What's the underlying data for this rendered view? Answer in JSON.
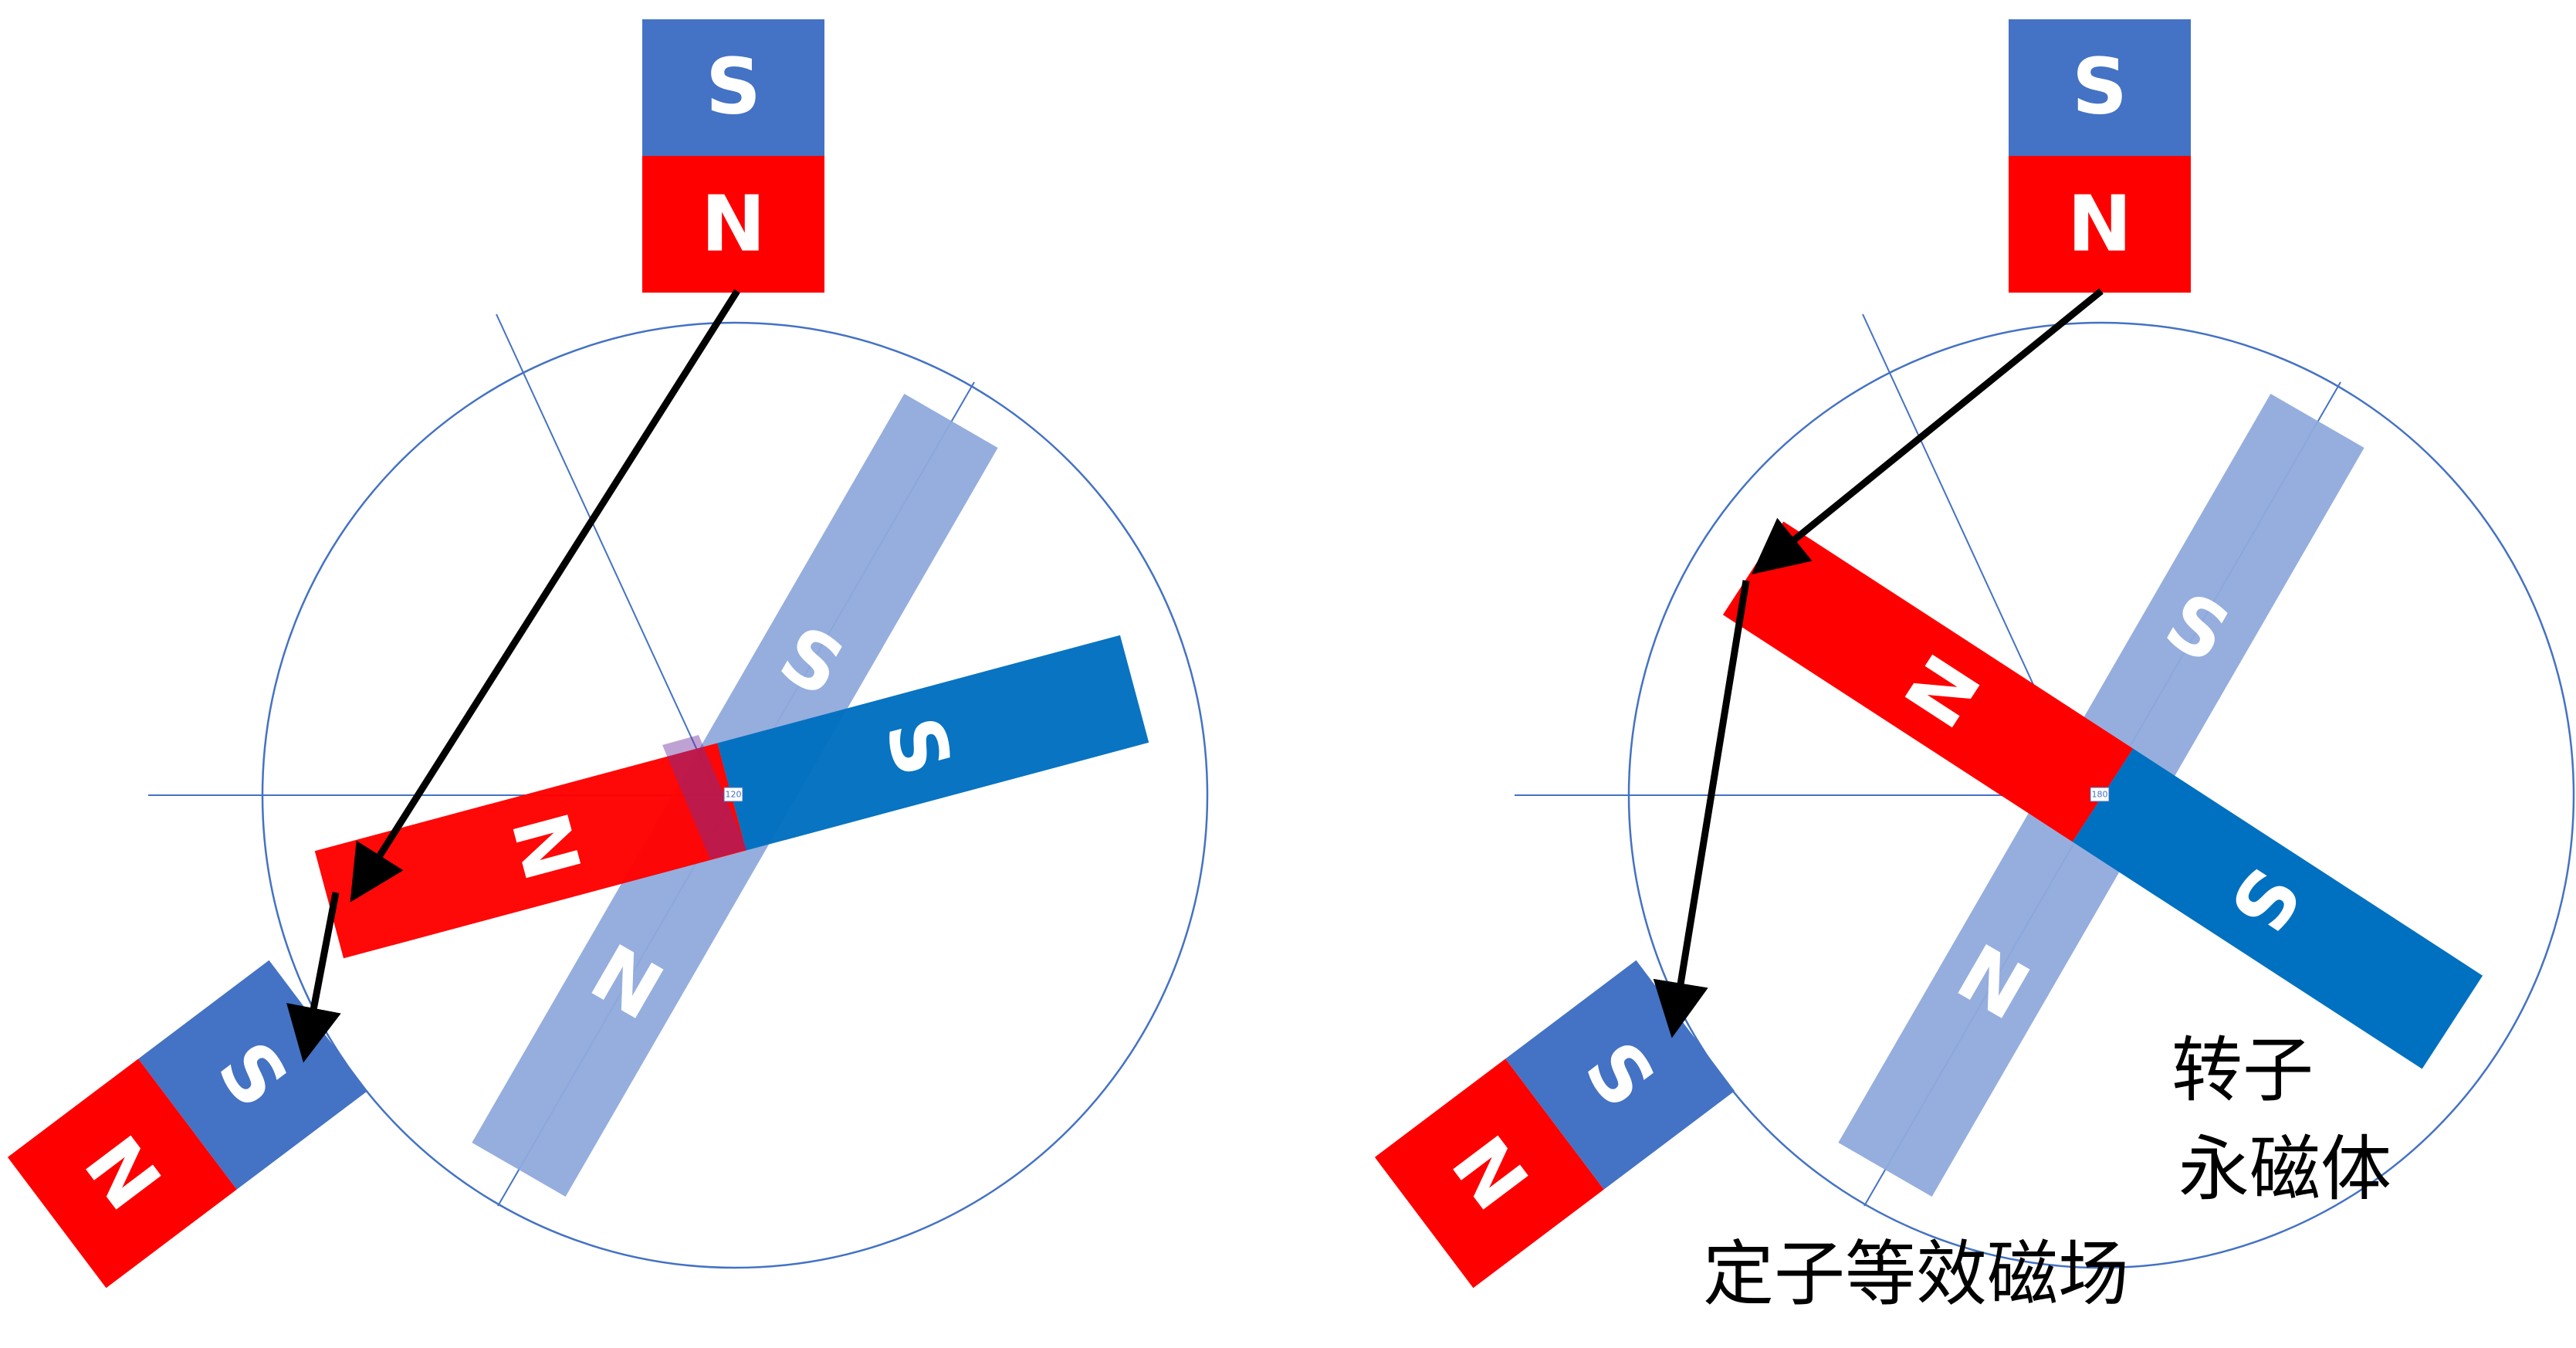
{
  "colors": {
    "north_red": "#ff0000",
    "south_blue_light": "#4472c4",
    "south_blue_dark": "#0070c0",
    "rotor_ghost": "#8faadc",
    "guide_line": "#4472c4",
    "arrow": "#000000",
    "pole_text": "#ffffff"
  },
  "panels": [
    {
      "id": "left",
      "top_magnet": {
        "south_label": "S",
        "north_label": "N"
      },
      "bottom_magnet": {
        "south_label": "S",
        "north_label": "N"
      },
      "ghost_rotor": {
        "south_label": "S",
        "north_label": "N"
      },
      "active_rotor": {
        "south_label": "S",
        "north_label": "N"
      },
      "center_marker": "120",
      "labels": {}
    },
    {
      "id": "right",
      "top_magnet": {
        "south_label": "S",
        "north_label": "N"
      },
      "bottom_magnet": {
        "south_label": "S",
        "north_label": "N"
      },
      "ghost_rotor": {
        "south_label": "S",
        "north_label": "N"
      },
      "active_rotor": {
        "south_label": "S",
        "north_label": "N"
      },
      "center_marker": "180",
      "labels": {
        "rotor_line1": "转子",
        "rotor_line2": "永磁体",
        "stator_field": "定子等效磁场"
      }
    }
  ]
}
